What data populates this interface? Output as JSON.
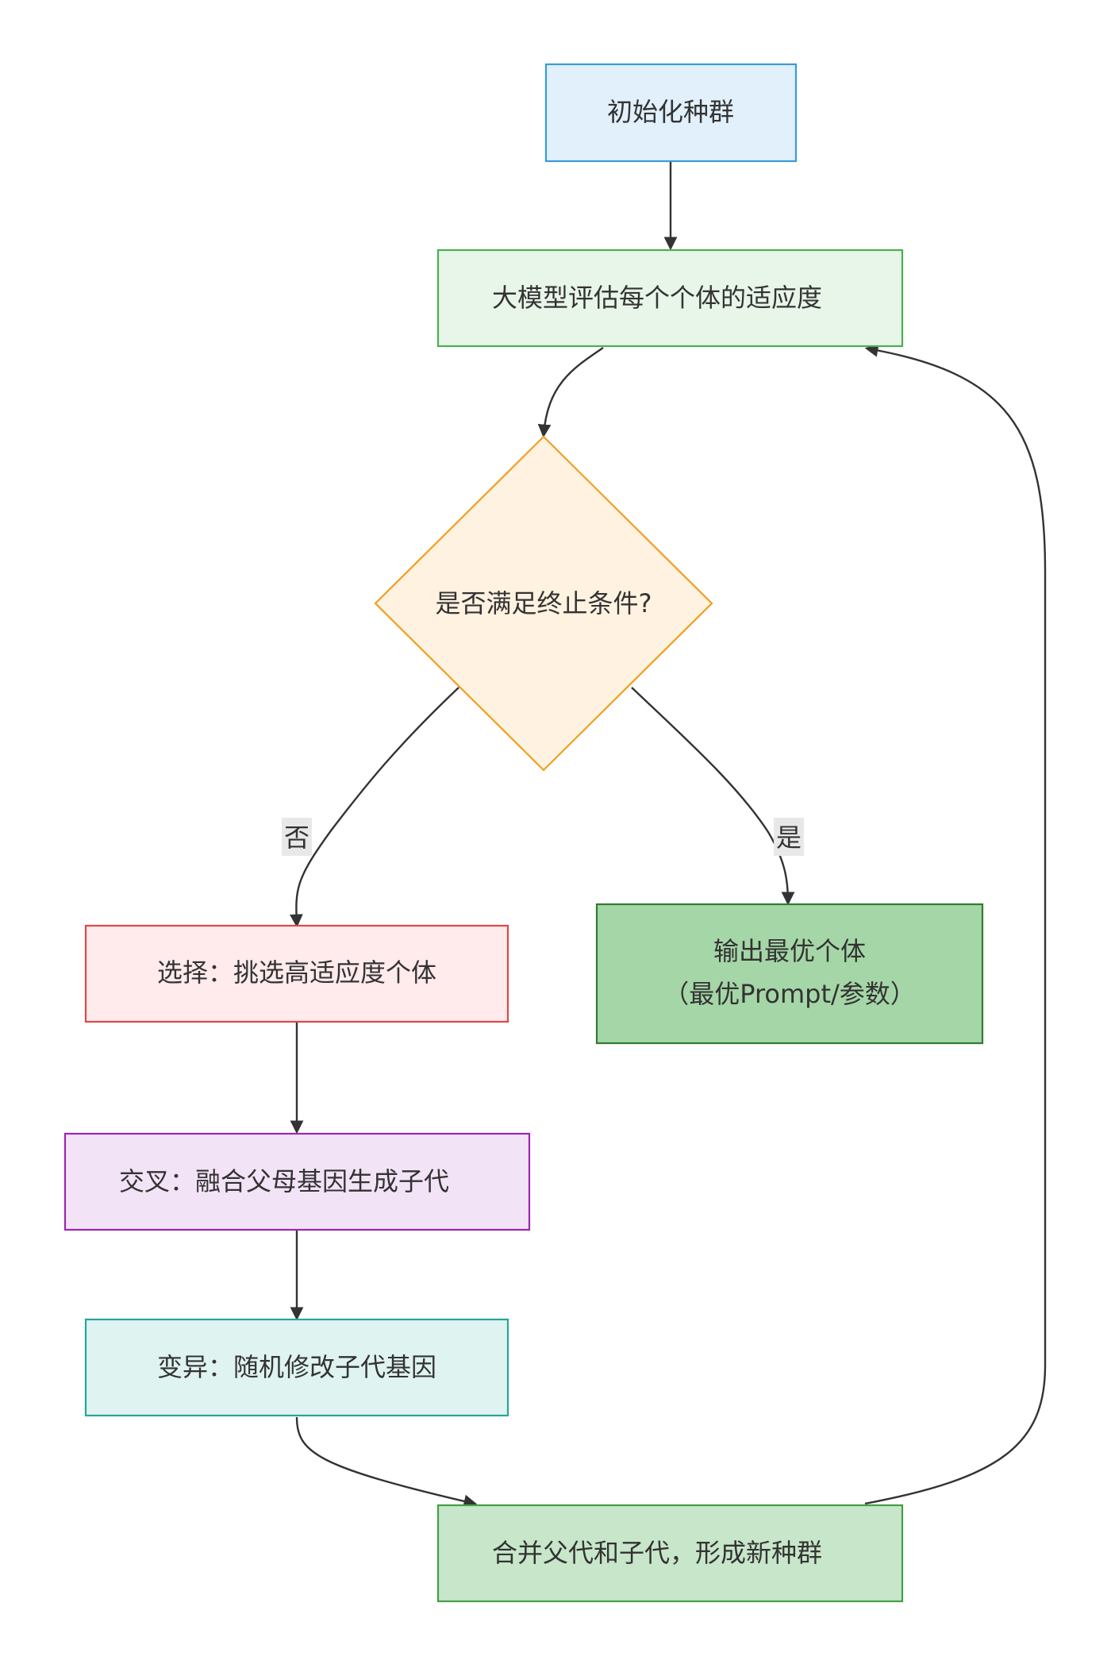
{
  "nodes": {
    "init": {
      "label": "初始化种群",
      "fill": "#e1f0fb",
      "stroke": "#3a9ad9"
    },
    "evaluate": {
      "label": "大模型评估每个个体的适应度",
      "fill": "#e8f5e9",
      "stroke": "#4caf50"
    },
    "decision": {
      "label": "是否满足终止条件?",
      "fill": "#fff2e0",
      "stroke": "#f0a020"
    },
    "select": {
      "label": "选择：挑选高适应度个体",
      "fill": "#ffeaec",
      "stroke": "#e04848"
    },
    "output": {
      "line1": "输出最优个体",
      "line2": "（最优Prompt/参数）",
      "fill": "#a5d6a7",
      "stroke": "#2e7d32"
    },
    "crossover": {
      "label": "交叉：融合父母基因生成子代",
      "fill": "#f3e3f6",
      "stroke": "#9c27b0"
    },
    "mutate": {
      "label": "变异：随机修改子代基因",
      "fill": "#dff3f0",
      "stroke": "#26a69a"
    },
    "merge": {
      "label": "合并父代和子代，形成新种群",
      "fill": "#c8e6c9",
      "stroke": "#43a047"
    }
  },
  "edges": {
    "no_label": "否",
    "yes_label": "是"
  },
  "colors": {
    "edge": "#333333",
    "edge_label_bg": "#e8e8e8"
  }
}
